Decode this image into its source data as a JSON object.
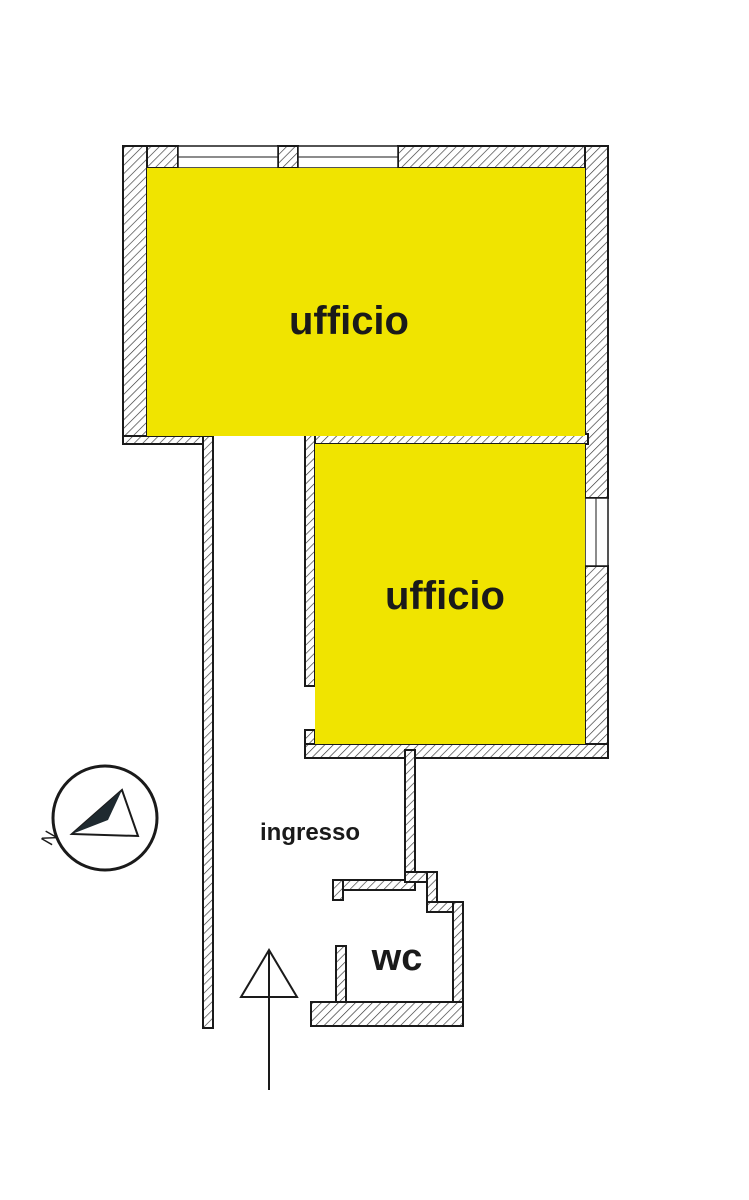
{
  "rooms": {
    "office_1_label": "ufficio",
    "office_2_label": "ufficio",
    "entrance_label": "ingresso",
    "wc_label": "wc"
  },
  "compass": {
    "north_letter": "N",
    "icon": "compass-north-icon"
  },
  "entry_arrow": {
    "icon": "entry-arrow-icon"
  },
  "colors": {
    "room_fill": "#f0e400",
    "wall_stroke": "#1a1a1a",
    "hatch": "#333333",
    "background": "#ffffff"
  }
}
